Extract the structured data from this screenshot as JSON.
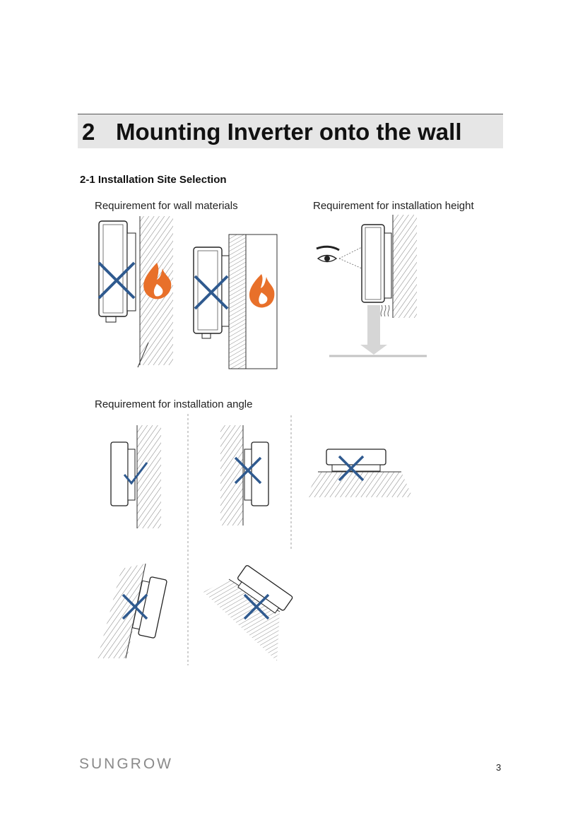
{
  "chapter": {
    "number": "2",
    "title": "Mounting Inverter onto the wall"
  },
  "section": {
    "title": "2-1 Installation Site Selection"
  },
  "captions": {
    "wall_materials": "Requirement for wall materials",
    "installation_height": "Requirement for installation height",
    "installation_angle": "Requirement for installation angle"
  },
  "colors": {
    "cross": "#2f5a8f",
    "check": "#2f5a8f",
    "flame": "#e8702a",
    "band": "#e6e6e6"
  },
  "footer": {
    "logo": "SUNGROW",
    "page_number": "3"
  }
}
